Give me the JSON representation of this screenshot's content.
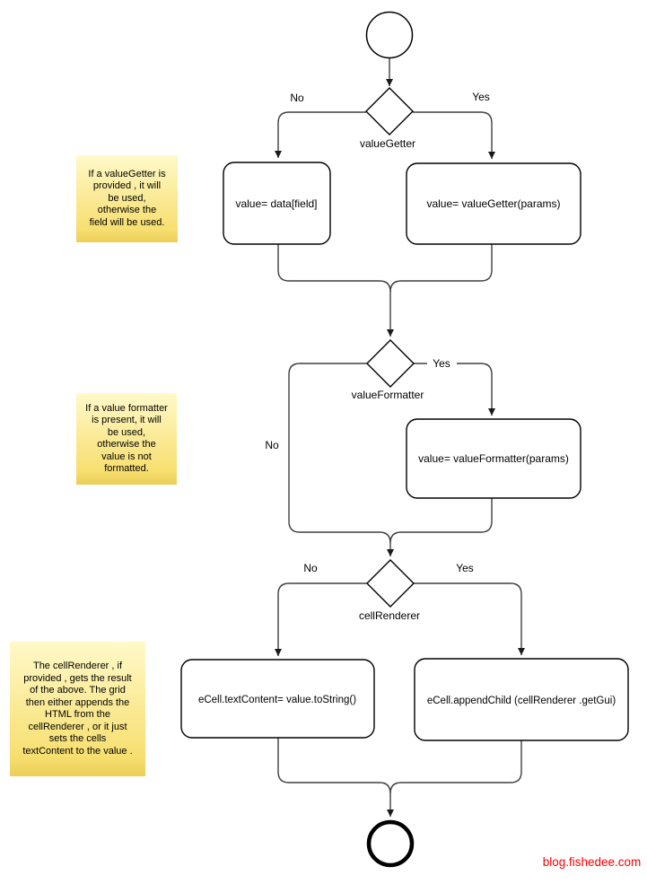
{
  "diagram": {
    "decisions": [
      {
        "label": "valueGetter",
        "no_label": "No",
        "yes_label": "Yes"
      },
      {
        "label": "valueFormatter",
        "no_label": "No",
        "yes_label": "Yes"
      },
      {
        "label": "cellRenderer",
        "no_label": "No",
        "yes_label": "Yes"
      }
    ],
    "processes": [
      {
        "text": "value= data[field]"
      },
      {
        "text": "value= valueGetter(params)"
      },
      {
        "text": "value= valueFormatter(params)"
      },
      {
        "text": "eCell.textContent= value.toString()"
      },
      {
        "text": "eCell.appendChild (cellRenderer .getGui)"
      }
    ],
    "notes": [
      {
        "text": "If a valueGetter is\nprovided , it will\nbe used,\notherwise the\nfield will be used."
      },
      {
        "text": "If a value formatter\nis present, it will\nbe used,\notherwise the\nvalue is not\nformatted."
      },
      {
        "text": "The cellRenderer , if\nprovided , gets the result\nof the above. The grid\nthen either appends the\nHTML from the\ncellRenderer , or it just\nsets the cells\ntextContent to the value ."
      }
    ],
    "footer": {
      "link": "blog.fishedee.com"
    },
    "colors": {
      "edge": "#3f3f3f",
      "shape_border": "#000000",
      "shape_fill": "#ffffff",
      "note_top": "#fff9c9",
      "note_bottom": "#f7df70",
      "link": "#ff0000"
    }
  }
}
